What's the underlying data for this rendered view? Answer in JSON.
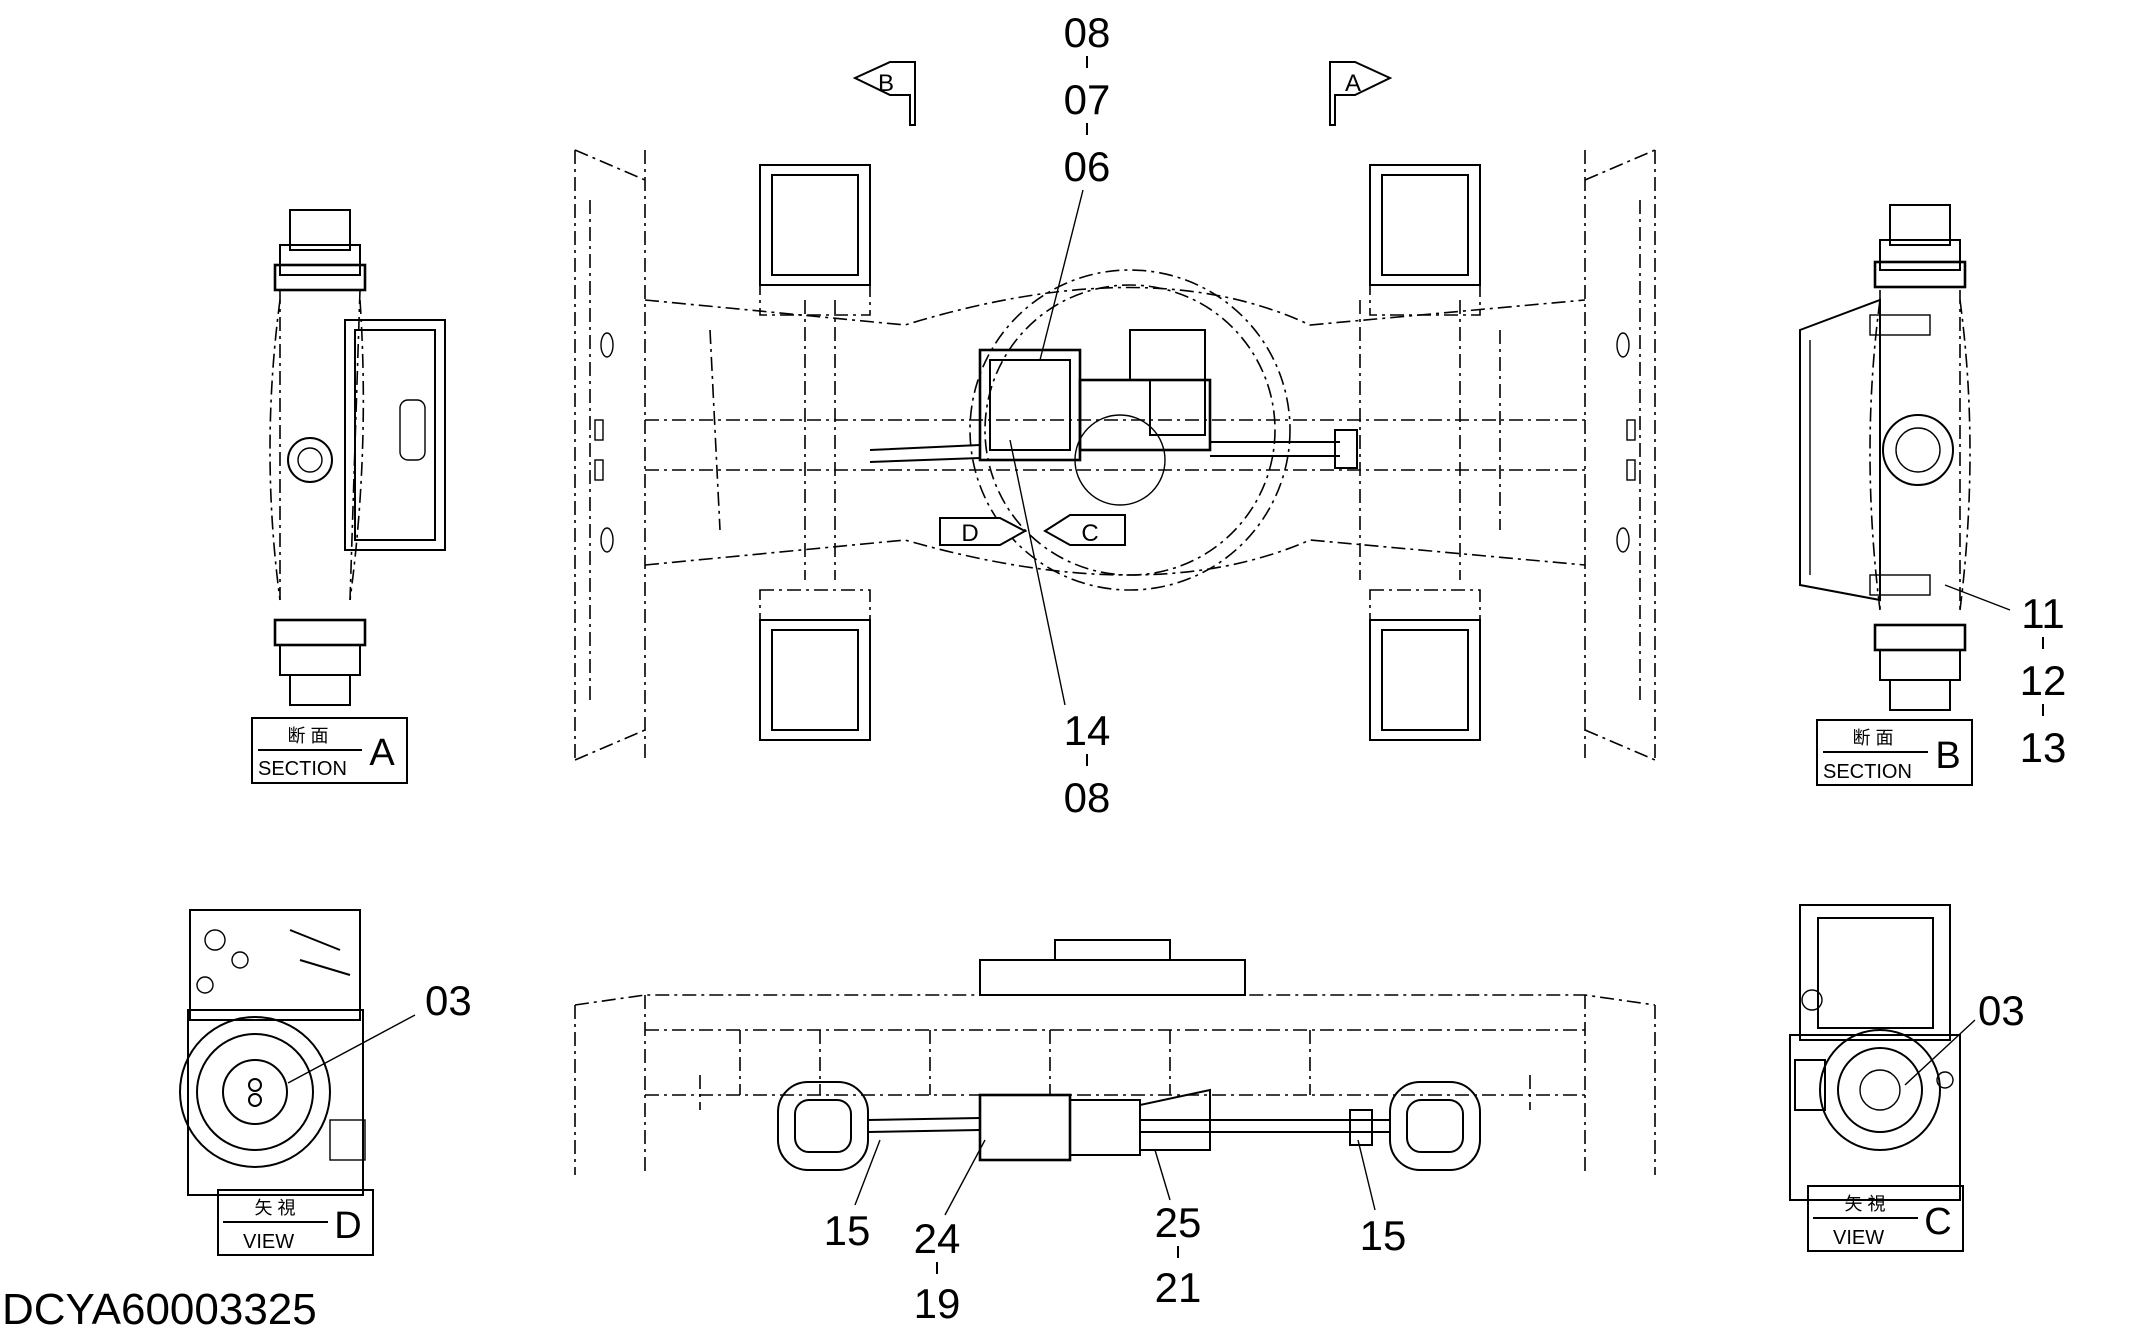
{
  "drawing_number": "DCYA60003325",
  "callouts": {
    "top_stack_1": "08",
    "top_stack_2": "07",
    "top_stack_3": "06",
    "center_stack_1": "14",
    "center_stack_2": "08",
    "right_stack_1": "11",
    "right_stack_2": "12",
    "right_stack_3": "13",
    "view_d_part": "03",
    "view_c_part": "03",
    "bottom_left_15": "15",
    "bottom_right_15": "15",
    "bottom_stack_a1": "24",
    "bottom_stack_a2": "19",
    "bottom_stack_b1": "25",
    "bottom_stack_b2": "21"
  },
  "section_labels": {
    "a": {
      "kanji": "断 面",
      "word": "SECTION",
      "letter": "A"
    },
    "b": {
      "kanji": "断 面",
      "word": "SECTION",
      "letter": "B"
    }
  },
  "view_labels": {
    "d": {
      "kanji": "矢 視",
      "word": "VIEW",
      "letter": "D"
    },
    "c": {
      "kanji": "矢 視",
      "word": "VIEW",
      "letter": "C"
    }
  },
  "arrow_markers": {
    "top_left": "B",
    "top_right": "A",
    "center_left": "D",
    "center_right": "C"
  }
}
